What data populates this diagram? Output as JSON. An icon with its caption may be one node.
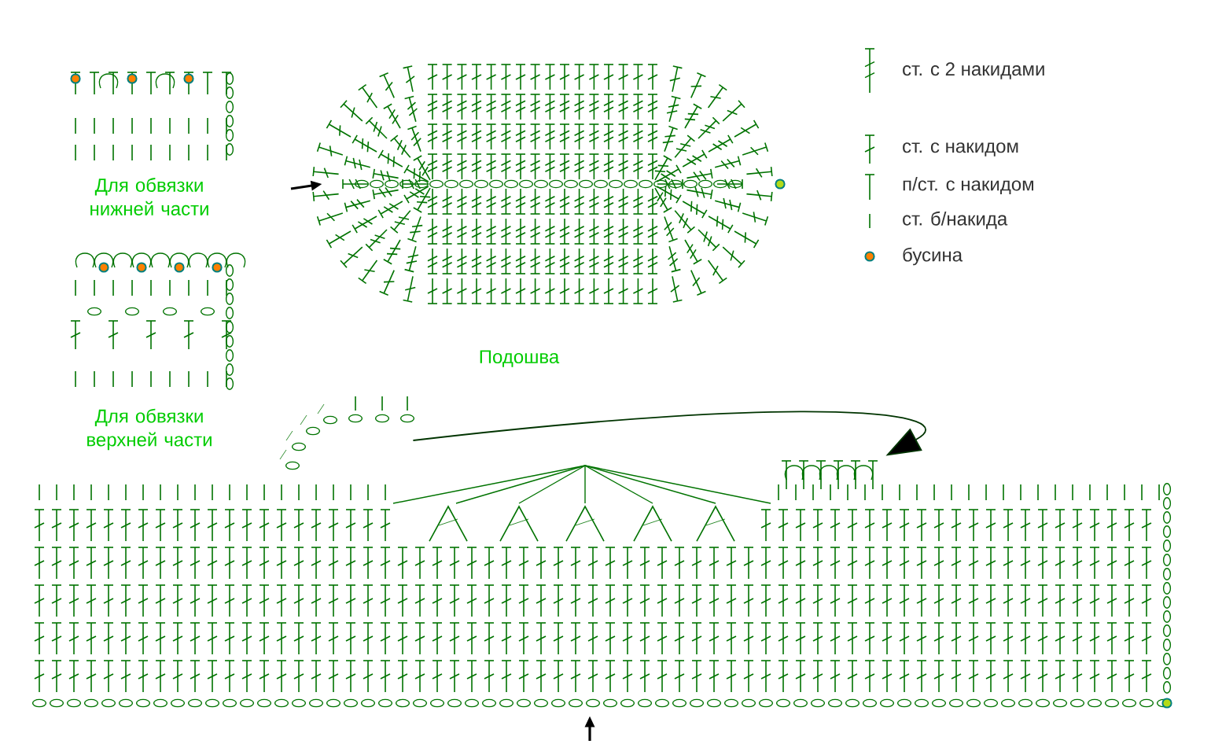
{
  "diagram": {
    "nodes": [
      {
        "text": [],
        "shape": "picture",
        "beside": [
          "Подошва"
        ]
      },
      {
        "text": [],
        "shape": "picture",
        "beside": [
          "Для обвязки нижней части"
        ]
      },
      {
        "text": [],
        "shape": "picture",
        "beside": [
          "Для обвязки верхней части"
        ]
      },
      {
        "text": [],
        "shape": "picture"
      },
      {
        "text": [],
        "shape": "picture",
        "in": 5
      },
      {
        "text": [],
        "shape": "picture"
      }
    ],
    "edges": [
      {
        "from": null,
        "to": 0,
        "arrow": "to"
      },
      {
        "from": 3,
        "to": 4,
        "arrow": "to"
      },
      {
        "from": null,
        "to": 5,
        "arrow": "to"
      }
    ],
    "legend": [
      {
        "text": "ст. с 2 накидами"
      },
      {
        "text": "ст. с накидом"
      },
      {
        "text": "п/ст. с накидом"
      },
      {
        "text": "ст. б/накида"
      },
      {
        "text": "бусина"
      }
    ]
  }
}
